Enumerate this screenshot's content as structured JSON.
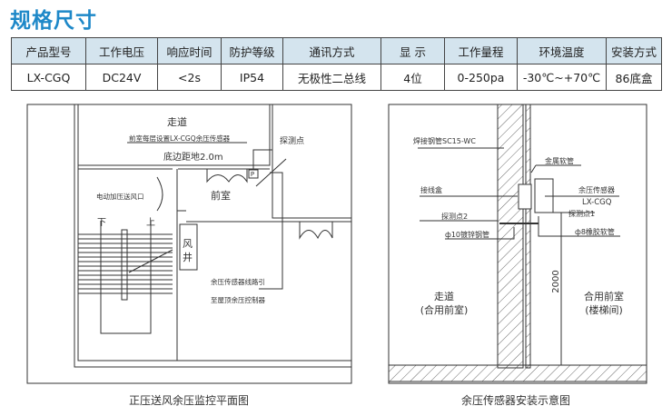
{
  "title": "规格尺寸",
  "spec_table": {
    "headers": [
      "产品型号",
      "工作电压",
      "响应时间",
      "防护等级",
      "通讯方式",
      "显 示",
      "工作量程",
      "环境温度",
      "安装方式"
    ],
    "row": [
      "LX-CGQ",
      "DC24V",
      "<2s",
      "IP54",
      "无极性二总线",
      "4位",
      "0-250pa",
      "-30℃~+70℃",
      "86底盒"
    ]
  },
  "plan_diagram": {
    "caption": "正压送风余压监控平面图",
    "labels": {
      "corridor": "走道",
      "sensor_note": "前室每层设置LX-CGQ余压传感器",
      "probe_point": "探测点",
      "height_note": "底边距地2.0m",
      "anteroom": "前室",
      "air_outlet": "电动加压送风口",
      "down": "下",
      "up": "上",
      "shaft_1": "风",
      "shaft_2": "井",
      "sensor_p": "P",
      "wiring_1": "余压传感器线路引",
      "wiring_2": "至屋顶余压控制器"
    }
  },
  "install_diagram": {
    "caption": "余压传感器安装示意图",
    "labels": {
      "steel_pipe": "焊接钢管SC15-WC",
      "metal_hose": "金属软管",
      "junction_box": "接线盒",
      "sensor": "余压传感器",
      "model": "LX-CGQ",
      "probe_2": "探测点2",
      "probe_1": "探测点1",
      "galv_pipe": "ф10镀锌钢管",
      "rubber_hose": "ф8橡胶软管",
      "height": "2000",
      "left_room_1": "走道",
      "left_room_2": "(合用前室)",
      "right_room_1": "合用前室",
      "right_room_2": "(楼梯间)"
    }
  }
}
